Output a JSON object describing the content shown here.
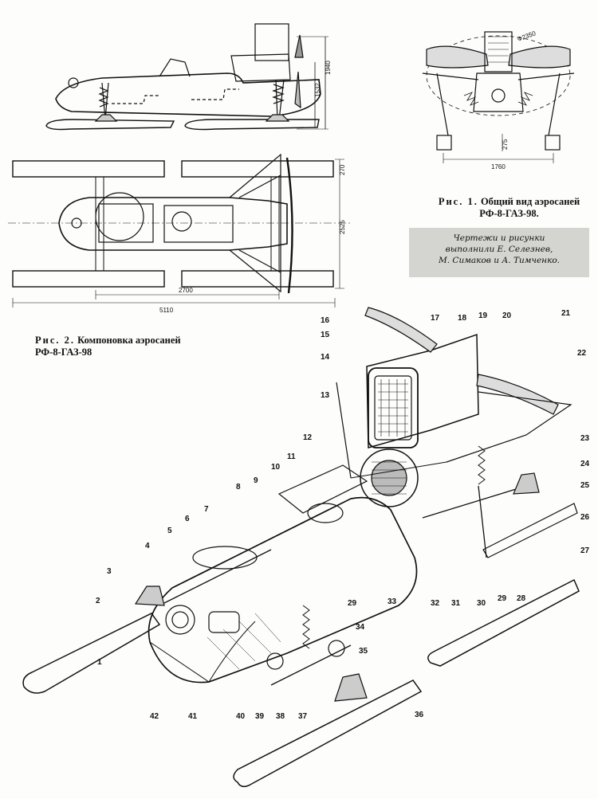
{
  "fig1": {
    "caption_head": "Рис. 1.",
    "caption_text": "Общий вид аэросаней",
    "caption_model": "РФ-8-ГАЗ-98."
  },
  "fig2": {
    "caption_head": "Рис. 2.",
    "caption_text": "Компоновка аэросаней",
    "caption_model": "РФ-8-ГАЗ-98"
  },
  "credits": {
    "line1": "Чертежи и рисунки",
    "line2": "выполнили Е. Селезнев,",
    "line3": "М. Симаков и А. Тимченко."
  },
  "dimensions": {
    "height_1": "1532",
    "height_2": "1940",
    "ski_width": "270",
    "overall_width": "2525",
    "wheelbase": "2700",
    "overall_length": "5110",
    "prop_diameter": "Ф2350",
    "track": "1760",
    "clearance": "275"
  },
  "callouts": [
    "1",
    "2",
    "3",
    "4",
    "5",
    "6",
    "7",
    "8",
    "9",
    "10",
    "11",
    "12",
    "13",
    "14",
    "15",
    "16",
    "17",
    "18",
    "19",
    "20",
    "21",
    "22",
    "23",
    "24",
    "25",
    "26",
    "27",
    "28",
    "29",
    "29",
    "30",
    "31",
    "32",
    "33",
    "34",
    "35",
    "36",
    "37",
    "38",
    "39",
    "40",
    "41",
    "42"
  ]
}
